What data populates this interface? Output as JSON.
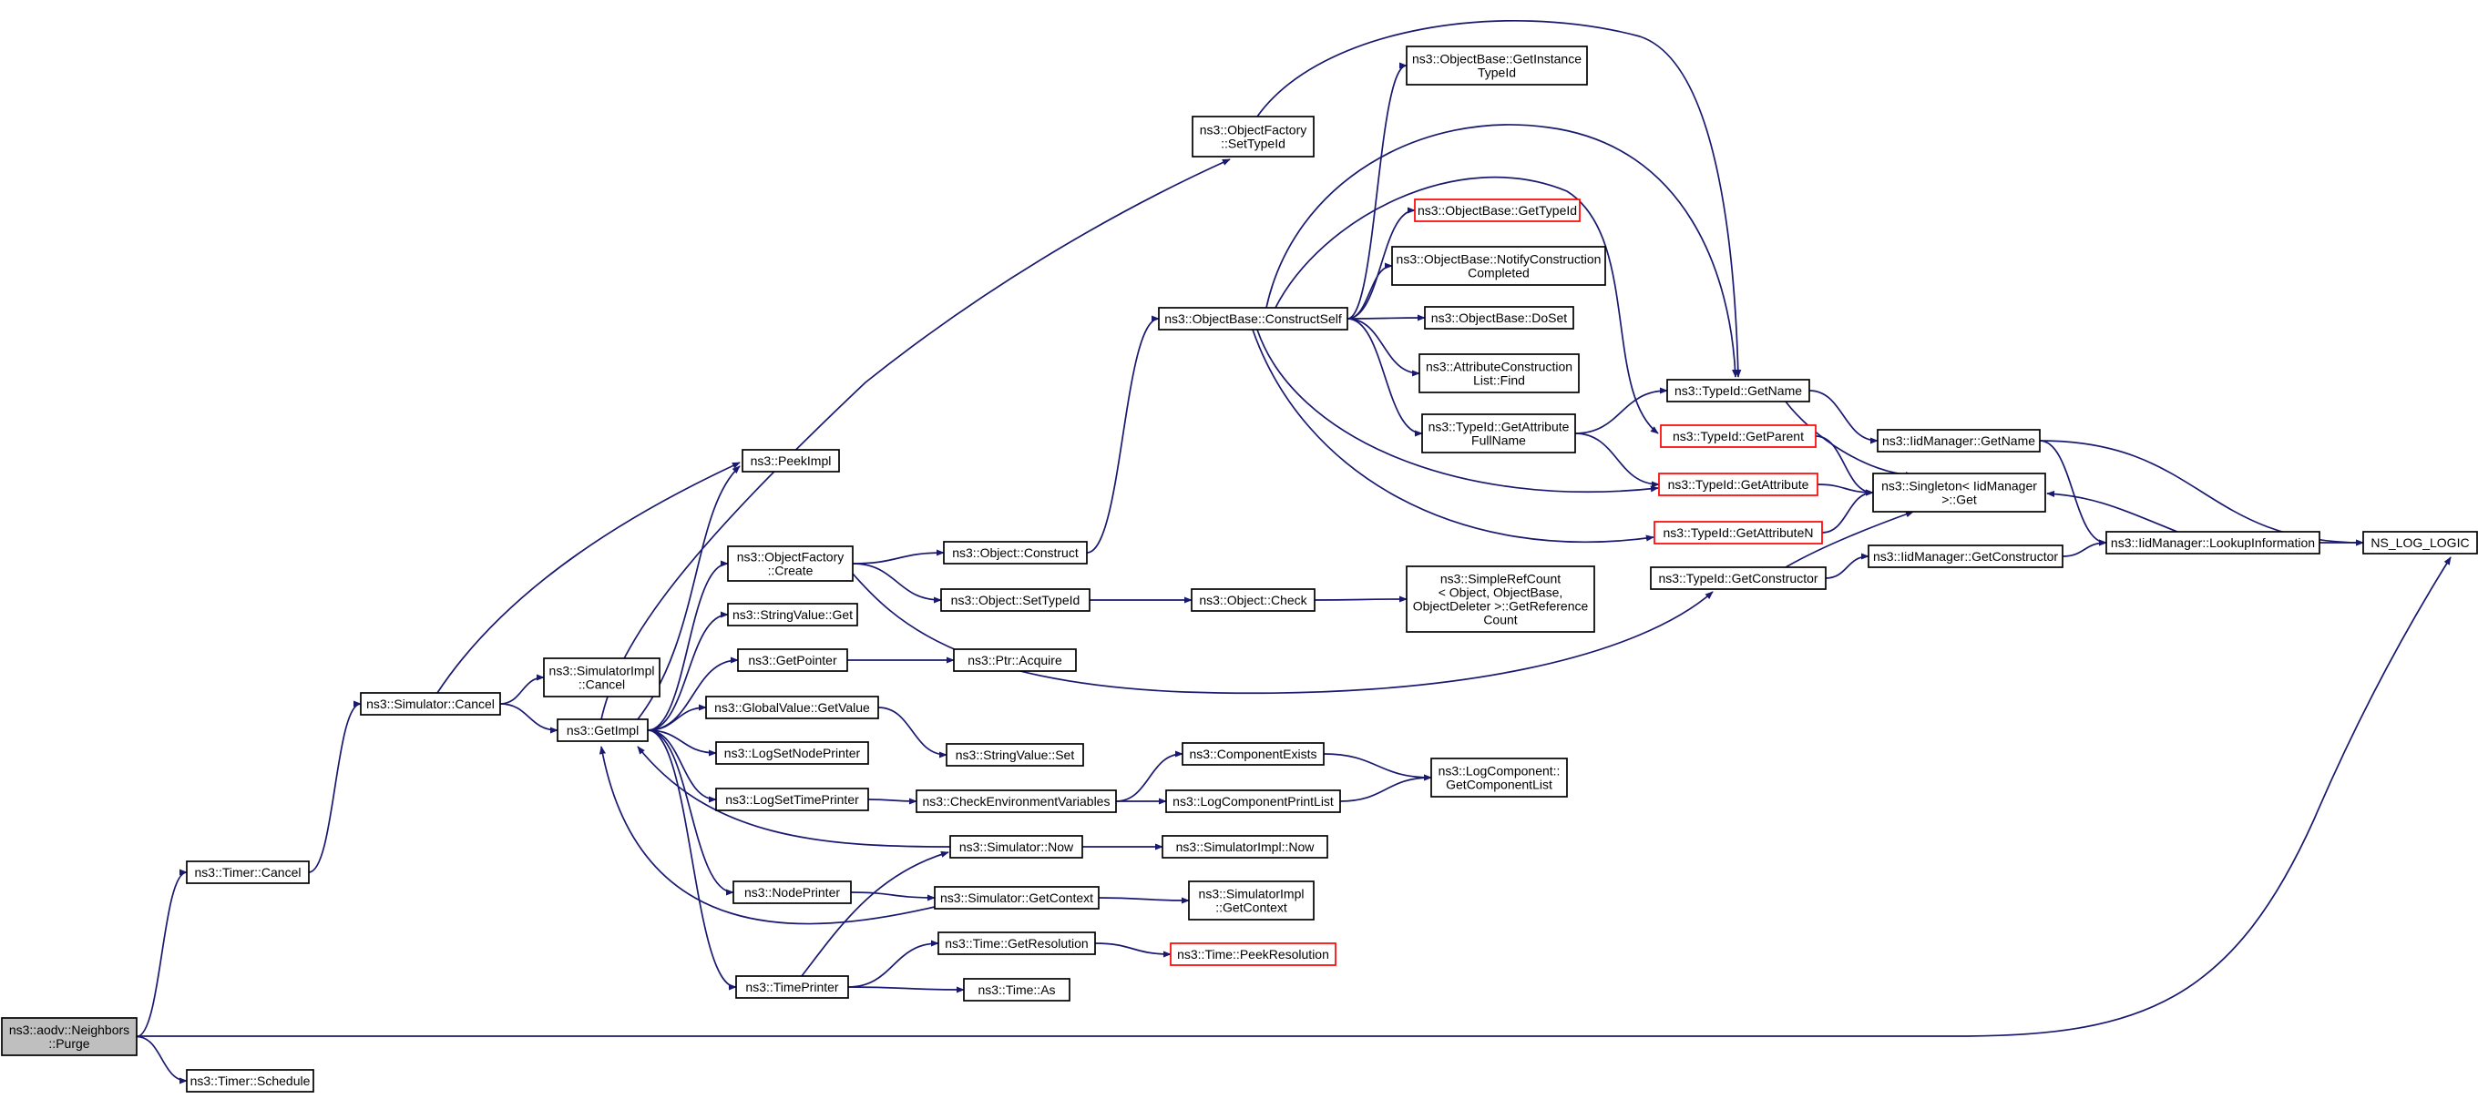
{
  "graph": {
    "edge_color": "#191970",
    "highlight_color": "#bfbfbf",
    "warning_color": "#ff0000",
    "nodes": [
      {
        "id": "purge",
        "lines": [
          "ns3::aodv::Neighbors",
          "::Purge"
        ],
        "style": "root"
      },
      {
        "id": "timer_cancel",
        "lines": [
          "ns3::Timer::Cancel"
        ]
      },
      {
        "id": "timer_schedule",
        "lines": [
          "ns3::Timer::Schedule"
        ]
      },
      {
        "id": "sim_cancel",
        "lines": [
          "ns3::Simulator::Cancel"
        ]
      },
      {
        "id": "simimpl_cancel",
        "lines": [
          "ns3::SimulatorImpl",
          "::Cancel"
        ]
      },
      {
        "id": "peekimpl",
        "lines": [
          "ns3::PeekImpl"
        ]
      },
      {
        "id": "getimpl",
        "lines": [
          "ns3::GetImpl"
        ]
      },
      {
        "id": "of_create",
        "lines": [
          "ns3::ObjectFactory",
          "::Create"
        ]
      },
      {
        "id": "stringvalue_get",
        "lines": [
          "ns3::StringValue::Get"
        ]
      },
      {
        "id": "getpointer",
        "lines": [
          "ns3::GetPointer"
        ]
      },
      {
        "id": "gv_getvalue",
        "lines": [
          "ns3::GlobalValue::GetValue"
        ]
      },
      {
        "id": "logsetnodeprinter",
        "lines": [
          "ns3::LogSetNodePrinter"
        ]
      },
      {
        "id": "logsettimeprinter",
        "lines": [
          "ns3::LogSetTimePrinter"
        ]
      },
      {
        "id": "nodeprinter",
        "lines": [
          "ns3::NodePrinter"
        ]
      },
      {
        "id": "timeprinter",
        "lines": [
          "ns3::TimePrinter"
        ]
      },
      {
        "id": "obj_construct",
        "lines": [
          "ns3::Object::Construct"
        ]
      },
      {
        "id": "obj_settypeid",
        "lines": [
          "ns3::Object::SetTypeId"
        ]
      },
      {
        "id": "ptr_acquire",
        "lines": [
          "ns3::Ptr::Acquire"
        ]
      },
      {
        "id": "stringvalue_set",
        "lines": [
          "ns3::StringValue::Set"
        ]
      },
      {
        "id": "checkenv",
        "lines": [
          "ns3::CheckEnvironmentVariables"
        ]
      },
      {
        "id": "sim_now",
        "lines": [
          "ns3::Simulator::Now"
        ]
      },
      {
        "id": "sim_getcontext",
        "lines": [
          "ns3::Simulator::GetContext"
        ]
      },
      {
        "id": "time_getres",
        "lines": [
          "ns3::Time::GetResolution"
        ]
      },
      {
        "id": "time_as",
        "lines": [
          "ns3::Time::As"
        ]
      },
      {
        "id": "of_settypeid",
        "lines": [
          "ns3::ObjectFactory",
          "::SetTypeId"
        ]
      },
      {
        "id": "ob_constructself",
        "lines": [
          "ns3::ObjectBase::ConstructSelf"
        ]
      },
      {
        "id": "obj_check",
        "lines": [
          "ns3::Object::Check"
        ]
      },
      {
        "id": "compexists",
        "lines": [
          "ns3::ComponentExists"
        ]
      },
      {
        "id": "logcompprintlist",
        "lines": [
          "ns3::LogComponentPrintList"
        ]
      },
      {
        "id": "simimpl_now",
        "lines": [
          "ns3::SimulatorImpl::Now"
        ]
      },
      {
        "id": "simimpl_getcontext",
        "lines": [
          "ns3::SimulatorImpl",
          "::GetContext"
        ]
      },
      {
        "id": "time_peekres",
        "lines": [
          "ns3::Time::PeekResolution"
        ],
        "style": "red"
      },
      {
        "id": "ob_getinstancetypeid",
        "lines": [
          "ns3::ObjectBase::GetInstance",
          "TypeId"
        ]
      },
      {
        "id": "ob_gettypeid",
        "lines": [
          "ns3::ObjectBase::GetTypeId"
        ],
        "style": "red"
      },
      {
        "id": "ob_notify",
        "lines": [
          "ns3::ObjectBase::NotifyConstruction",
          "Completed"
        ]
      },
      {
        "id": "ob_doset",
        "lines": [
          "ns3::ObjectBase::DoSet"
        ]
      },
      {
        "id": "acl_find",
        "lines": [
          "ns3::AttributeConstruction",
          "List::Find"
        ]
      },
      {
        "id": "tid_getattrfullname",
        "lines": [
          "ns3::TypeId::GetAttribute",
          "FullName"
        ]
      },
      {
        "id": "simplerefcount",
        "lines": [
          "ns3::SimpleRefCount",
          "< Object, ObjectBase,",
          "ObjectDeleter >::GetReference",
          "Count"
        ]
      },
      {
        "id": "logcomp_getlist",
        "lines": [
          "ns3::LogComponent::",
          "GetComponentList"
        ]
      },
      {
        "id": "tid_getname",
        "lines": [
          "ns3::TypeId::GetName"
        ]
      },
      {
        "id": "tid_getparent",
        "lines": [
          "ns3::TypeId::GetParent"
        ],
        "style": "red"
      },
      {
        "id": "tid_getattribute",
        "lines": [
          "ns3::TypeId::GetAttribute"
        ],
        "style": "red"
      },
      {
        "id": "tid_getattributen",
        "lines": [
          "ns3::TypeId::GetAttributeN"
        ],
        "style": "red"
      },
      {
        "id": "tid_getconstructor",
        "lines": [
          "ns3::TypeId::GetConstructor"
        ]
      },
      {
        "id": "iidm_getname",
        "lines": [
          "ns3::IidManager::GetName"
        ]
      },
      {
        "id": "singleton_get",
        "lines": [
          "ns3::Singleton< IidManager",
          ">::Get"
        ]
      },
      {
        "id": "iidm_getconstructor",
        "lines": [
          "ns3::IidManager::GetConstructor"
        ]
      },
      {
        "id": "iidm_lookup",
        "lines": [
          "ns3::IidManager::LookupInformation"
        ]
      },
      {
        "id": "ns_log_logic",
        "lines": [
          "NS_LOG_LOGIC"
        ]
      }
    ],
    "edges": [
      [
        "purge",
        "timer_cancel"
      ],
      [
        "purge",
        "timer_schedule"
      ],
      [
        "purge",
        "ns_log_logic"
      ],
      [
        "timer_cancel",
        "sim_cancel"
      ],
      [
        "sim_cancel",
        "peekimpl"
      ],
      [
        "sim_cancel",
        "simimpl_cancel"
      ],
      [
        "sim_cancel",
        "getimpl"
      ],
      [
        "getimpl",
        "peekimpl"
      ],
      [
        "getimpl",
        "of_create"
      ],
      [
        "getimpl",
        "stringvalue_get"
      ],
      [
        "getimpl",
        "getpointer"
      ],
      [
        "getimpl",
        "gv_getvalue"
      ],
      [
        "getimpl",
        "logsetnodeprinter"
      ],
      [
        "getimpl",
        "logsettimeprinter"
      ],
      [
        "getimpl",
        "nodeprinter"
      ],
      [
        "getimpl",
        "timeprinter"
      ],
      [
        "getimpl",
        "of_settypeid"
      ],
      [
        "of_create",
        "obj_construct"
      ],
      [
        "of_create",
        "obj_settypeid"
      ],
      [
        "of_create",
        "tid_getconstructor"
      ],
      [
        "getpointer",
        "ptr_acquire"
      ],
      [
        "gv_getvalue",
        "stringvalue_set"
      ],
      [
        "logsettimeprinter",
        "checkenv"
      ],
      [
        "nodeprinter",
        "sim_getcontext"
      ],
      [
        "timeprinter",
        "sim_now"
      ],
      [
        "timeprinter",
        "time_getres"
      ],
      [
        "timeprinter",
        "time_as"
      ],
      [
        "obj_construct",
        "ob_constructself"
      ],
      [
        "obj_settypeid",
        "obj_check"
      ],
      [
        "checkenv",
        "compexists"
      ],
      [
        "checkenv",
        "logcompprintlist"
      ],
      [
        "sim_now",
        "getimpl"
      ],
      [
        "sim_now",
        "simimpl_now"
      ],
      [
        "sim_getcontext",
        "getimpl"
      ],
      [
        "sim_getcontext",
        "simimpl_getcontext"
      ],
      [
        "time_getres",
        "time_peekres"
      ],
      [
        "of_settypeid",
        "tid_getname"
      ],
      [
        "ob_constructself",
        "ob_getinstancetypeid"
      ],
      [
        "ob_constructself",
        "ob_gettypeid"
      ],
      [
        "ob_constructself",
        "ob_notify"
      ],
      [
        "ob_constructself",
        "ob_doset"
      ],
      [
        "ob_constructself",
        "acl_find"
      ],
      [
        "ob_constructself",
        "tid_getattrfullname"
      ],
      [
        "ob_constructself",
        "tid_getname"
      ],
      [
        "ob_constructself",
        "tid_getparent"
      ],
      [
        "ob_constructself",
        "tid_getattribute"
      ],
      [
        "ob_constructself",
        "tid_getattributen"
      ],
      [
        "obj_check",
        "simplerefcount"
      ],
      [
        "compexists",
        "logcomp_getlist"
      ],
      [
        "logcompprintlist",
        "logcomp_getlist"
      ],
      [
        "tid_getattrfullname",
        "tid_getname"
      ],
      [
        "tid_getattrfullname",
        "tid_getattribute"
      ],
      [
        "tid_getname",
        "iidm_getname"
      ],
      [
        "tid_getname",
        "singleton_get"
      ],
      [
        "tid_getparent",
        "singleton_get"
      ],
      [
        "tid_getattribute",
        "singleton_get"
      ],
      [
        "tid_getattributen",
        "singleton_get"
      ],
      [
        "tid_getconstructor",
        "singleton_get"
      ],
      [
        "tid_getconstructor",
        "iidm_getconstructor"
      ],
      [
        "iidm_getname",
        "iidm_lookup"
      ],
      [
        "iidm_getname",
        "ns_log_logic"
      ],
      [
        "iidm_getconstructor",
        "iidm_lookup"
      ],
      [
        "iidm_lookup",
        "ns_log_logic"
      ],
      [
        "iidm_lookup",
        "singleton_get"
      ]
    ]
  }
}
